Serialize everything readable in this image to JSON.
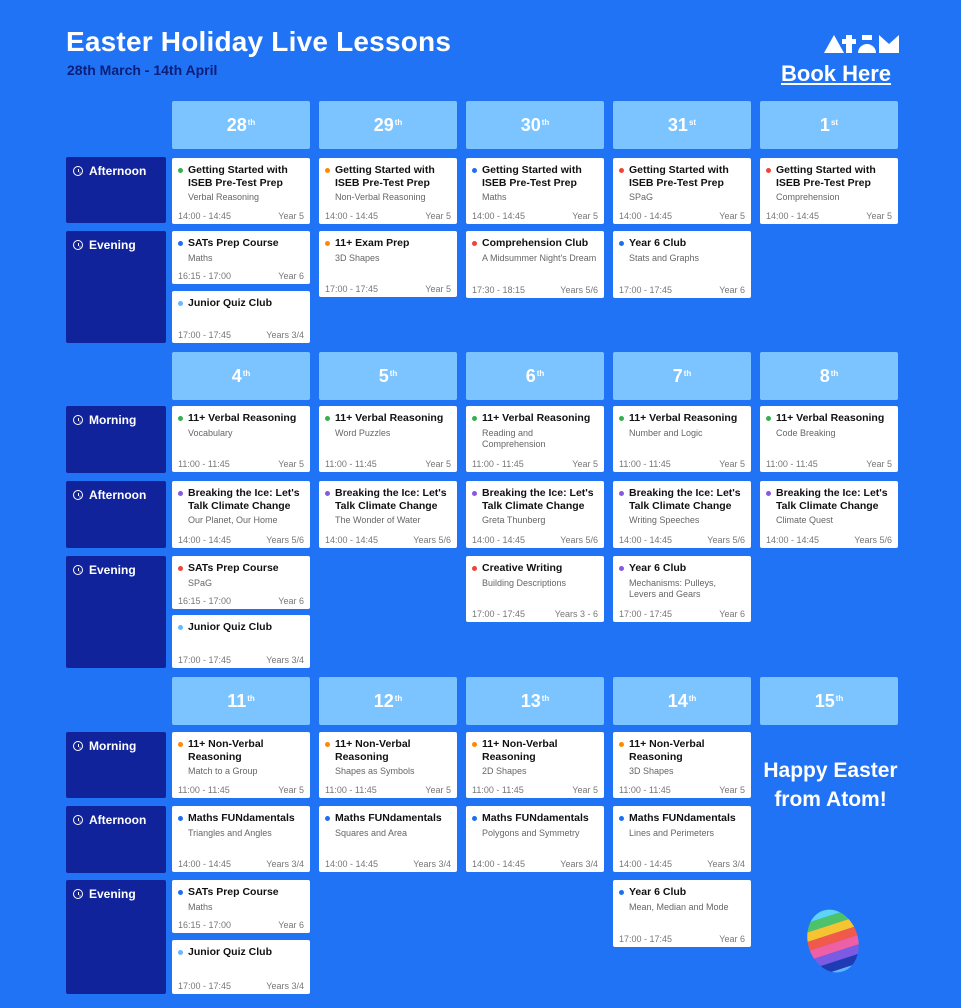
{
  "header": {
    "title": "Easter Holiday Live Lessons",
    "dates": "28th March - 14th April",
    "book_link": "Book Here",
    "closing": "Happy Easter from Atom!"
  },
  "colors": {
    "background": "#2173f5",
    "day_header": "#7cc4ff",
    "slot_label": "#10239a",
    "green": "#35b04c",
    "orange": "#ff8a00",
    "red": "#f0443a",
    "blue": "#1d6ff2",
    "purple": "#8758e0",
    "light_blue": "#66b8ff"
  },
  "weeks": [
    {
      "days": [
        {
          "num": "28",
          "suffix": "th"
        },
        {
          "num": "29",
          "suffix": "th"
        },
        {
          "num": "30",
          "suffix": "th"
        },
        {
          "num": "31",
          "suffix": "st"
        },
        {
          "num": "1",
          "suffix": "st"
        }
      ],
      "slots": [
        {
          "label": "Afternoon",
          "cards": [
            {
              "col": 0,
              "title": "Getting Started with ISEB Pre-Test Prep",
              "subtitle": "Verbal Reasoning",
              "time": "14:00 - 14:45",
              "year": "Year 5",
              "dot": "green"
            },
            {
              "col": 1,
              "title": "Getting Started with ISEB Pre-Test Prep",
              "subtitle": "Non-Verbal Reasoning",
              "time": "14:00 - 14:45",
              "year": "Year 5",
              "dot": "orange"
            },
            {
              "col": 2,
              "title": "Getting Started with ISEB Pre-Test Prep",
              "subtitle": "Maths",
              "time": "14:00 - 14:45",
              "year": "Year 5",
              "dot": "blue"
            },
            {
              "col": 3,
              "title": "Getting Started with ISEB Pre-Test Prep",
              "subtitle": "SPaG",
              "time": "14:00 - 14:45",
              "year": "Year 5",
              "dot": "red"
            },
            {
              "col": 4,
              "title": "Getting Started with ISEB Pre-Test Prep",
              "subtitle": "Comprehension",
              "time": "14:00 - 14:45",
              "year": "Year 5",
              "dot": "red"
            }
          ]
        },
        {
          "label": "Evening",
          "cards": [
            {
              "col": 0,
              "title": "SATs Prep Course",
              "subtitle": "Maths",
              "time": "16:15 - 17:00",
              "year": "Year 6",
              "dot": "blue"
            },
            {
              "col": 0,
              "title": "Junior Quiz Club",
              "subtitle": "",
              "time": "17:00 - 17:45",
              "year": "Years 3/4",
              "dot": "light_blue"
            },
            {
              "col": 1,
              "title": "11+ Exam Prep",
              "subtitle": "3D Shapes",
              "time": "17:00 - 17:45",
              "year": "Year 5",
              "dot": "orange"
            },
            {
              "col": 2,
              "title": "Comprehension Club",
              "subtitle": "A Midsummer Night's Dream",
              "time": "17:30 - 18:15",
              "year": "Years 5/6",
              "dot": "red"
            },
            {
              "col": 3,
              "title": "Year 6 Club",
              "subtitle": "Stats and Graphs",
              "time": "17:00 - 17:45",
              "year": "Year 6",
              "dot": "blue"
            }
          ]
        }
      ]
    },
    {
      "days": [
        {
          "num": "4",
          "suffix": "th"
        },
        {
          "num": "5",
          "suffix": "th"
        },
        {
          "num": "6",
          "suffix": "th"
        },
        {
          "num": "7",
          "suffix": "th"
        },
        {
          "num": "8",
          "suffix": "th"
        }
      ],
      "slots": [
        {
          "label": "Morning",
          "cards": [
            {
              "col": 0,
              "title": "11+ Verbal Reasoning",
              "subtitle": "Vocabulary",
              "time": "11:00 - 11:45",
              "year": "Year 5",
              "dot": "green"
            },
            {
              "col": 1,
              "title": "11+ Verbal Reasoning",
              "subtitle": "Word Puzzles",
              "time": "11:00 - 11:45",
              "year": "Year 5",
              "dot": "green"
            },
            {
              "col": 2,
              "title": "11+ Verbal Reasoning",
              "subtitle": "Reading and Comprehension",
              "time": "11:00 - 11:45",
              "year": "Year 5",
              "dot": "green"
            },
            {
              "col": 3,
              "title": "11+ Verbal Reasoning",
              "subtitle": "Number and Logic",
              "time": "11:00 - 11:45",
              "year": "Year 5",
              "dot": "green"
            },
            {
              "col": 4,
              "title": "11+ Verbal Reasoning",
              "subtitle": "Code Breaking",
              "time": "11:00 - 11:45",
              "year": "Year 5",
              "dot": "green"
            }
          ]
        },
        {
          "label": "Afternoon",
          "cards": [
            {
              "col": 0,
              "title": "Breaking the Ice: Let's Talk Climate Change",
              "subtitle": "Our Planet, Our Home",
              "time": "14:00 - 14:45",
              "year": "Years 5/6",
              "dot": "purple"
            },
            {
              "col": 1,
              "title": "Breaking the Ice: Let's Talk Climate Change",
              "subtitle": "The Wonder of Water",
              "time": "14:00 - 14:45",
              "year": "Years 5/6",
              "dot": "purple"
            },
            {
              "col": 2,
              "title": "Breaking the Ice: Let's Talk Climate Change",
              "subtitle": "Greta Thunberg",
              "time": "14:00 - 14:45",
              "year": "Years 5/6",
              "dot": "purple"
            },
            {
              "col": 3,
              "title": "Breaking the Ice: Let's Talk Climate Change",
              "subtitle": "Writing Speeches",
              "time": "14:00 - 14:45",
              "year": "Years 5/6",
              "dot": "purple"
            },
            {
              "col": 4,
              "title": "Breaking the Ice: Let's Talk Climate Change",
              "subtitle": "Climate Quest",
              "time": "14:00 - 14:45",
              "year": "Years 5/6",
              "dot": "purple"
            }
          ]
        },
        {
          "label": "Evening",
          "cards": [
            {
              "col": 0,
              "title": "SATs Prep Course",
              "subtitle": "SPaG",
              "time": "16:15 - 17:00",
              "year": "Year 6",
              "dot": "red"
            },
            {
              "col": 0,
              "title": "Junior Quiz Club",
              "subtitle": "",
              "time": "17:00 - 17:45",
              "year": "Years 3/4",
              "dot": "light_blue"
            },
            {
              "col": 2,
              "title": "Creative Writing",
              "subtitle": "Building Descriptions",
              "time": "17:00 - 17:45",
              "year": "Years 3 - 6",
              "dot": "red"
            },
            {
              "col": 3,
              "title": "Year 6 Club",
              "subtitle": "Mechanisms: Pulleys, Levers and Gears",
              "time": "17:00 - 17:45",
              "year": "Year 6",
              "dot": "purple"
            }
          ]
        }
      ]
    },
    {
      "days": [
        {
          "num": "11",
          "suffix": "th"
        },
        {
          "num": "12",
          "suffix": "th"
        },
        {
          "num": "13",
          "suffix": "th"
        },
        {
          "num": "14",
          "suffix": "th"
        },
        {
          "num": "15",
          "suffix": "th"
        }
      ],
      "slots": [
        {
          "label": "Morning",
          "cards": [
            {
              "col": 0,
              "title": "11+ Non-Verbal Reasoning",
              "subtitle": "Match to a Group",
              "time": "11:00 - 11:45",
              "year": "Year 5",
              "dot": "orange"
            },
            {
              "col": 1,
              "title": "11+ Non-Verbal Reasoning",
              "subtitle": "Shapes as Symbols",
              "time": "11:00 - 11:45",
              "year": "Year 5",
              "dot": "orange"
            },
            {
              "col": 2,
              "title": "11+ Non-Verbal Reasoning",
              "subtitle": "2D Shapes",
              "time": "11:00 - 11:45",
              "year": "Year 5",
              "dot": "orange"
            },
            {
              "col": 3,
              "title": "11+ Non-Verbal Reasoning",
              "subtitle": "3D Shapes",
              "time": "11:00 - 11:45",
              "year": "Year 5",
              "dot": "orange"
            }
          ]
        },
        {
          "label": "Afternoon",
          "cards": [
            {
              "col": 0,
              "title": "Maths FUNdamentals",
              "subtitle": "Triangles and Angles",
              "time": "14:00 - 14:45",
              "year": "Years 3/4",
              "dot": "blue"
            },
            {
              "col": 1,
              "title": "Maths FUNdamentals",
              "subtitle": "Squares and Area",
              "time": "14:00 - 14:45",
              "year": "Years 3/4",
              "dot": "blue"
            },
            {
              "col": 2,
              "title": "Maths FUNdamentals",
              "subtitle": "Polygons and Symmetry",
              "time": "14:00 - 14:45",
              "year": "Years 3/4",
              "dot": "blue"
            },
            {
              "col": 3,
              "title": "Maths FUNdamentals",
              "subtitle": "Lines and Perimeters",
              "time": "14:00 - 14:45",
              "year": "Years 3/4",
              "dot": "blue"
            }
          ]
        },
        {
          "label": "Evening",
          "cards": [
            {
              "col": 0,
              "title": "SATs Prep Course",
              "subtitle": "Maths",
              "time": "16:15 - 17:00",
              "year": "Year 6",
              "dot": "blue"
            },
            {
              "col": 0,
              "title": "Junior Quiz Club",
              "subtitle": "",
              "time": "17:00 - 17:45",
              "year": "Years 3/4",
              "dot": "light_blue"
            },
            {
              "col": 3,
              "title": "Year 6 Club",
              "subtitle": "Mean, Median and Mode",
              "time": "17:00 - 17:45",
              "year": "Year 6",
              "dot": "blue"
            }
          ]
        }
      ]
    }
  ]
}
